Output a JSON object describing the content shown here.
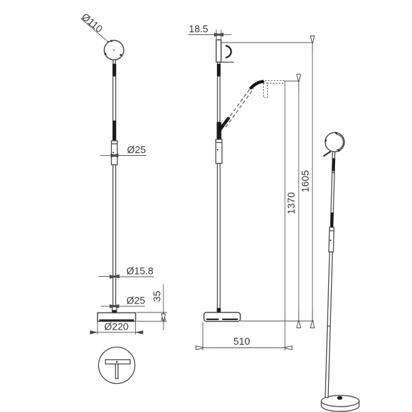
{
  "meta": {
    "title": "Floor lamp dimensional drawing",
    "background_color": "#ffffff",
    "line_color": "#474747",
    "black_segment_color": "#1c1c1c",
    "text_color": "#3a3a3a"
  },
  "labels": {
    "head_diameter": "Ø110",
    "head_depth": "18.5",
    "upper_joint_diameter": "Ø25",
    "pole_diameter": "Ø15.8",
    "lower_joint_diameter": "Ø25",
    "base_height": "35",
    "base_diameter": "Ø220",
    "arm_projection": "510",
    "arm_height": "1370",
    "total_height": "1605"
  }
}
